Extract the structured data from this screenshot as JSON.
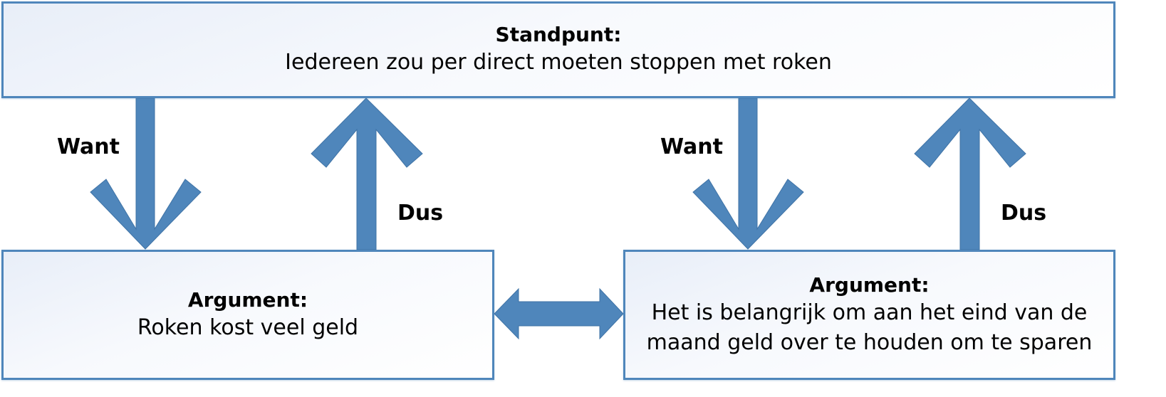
{
  "diagram": {
    "type": "argumentation-scheme",
    "colors": {
      "box_border": "#4f86bb",
      "arrow_fill": "#4f86bb",
      "box_background_start": "#e8eef8",
      "box_background_end": "#ffffff",
      "text": "#000000"
    },
    "standpoint": {
      "title": "Standpunt:",
      "text": "Iedereen zou per direct moeten stoppen met roken"
    },
    "arguments": [
      {
        "title": "Argument:",
        "text": "Roken kost veel geld"
      },
      {
        "title": "Argument:",
        "text_lines": [
          "Het is belangrijk om aan het eind van de",
          "maand geld over te houden om te sparen"
        ]
      }
    ],
    "connectors": {
      "left_down_label": "Want",
      "left_up_label": "Dus",
      "right_down_label": "Want",
      "right_up_label": "Dus"
    },
    "relation_between_arguments": "double-headed-arrow"
  }
}
